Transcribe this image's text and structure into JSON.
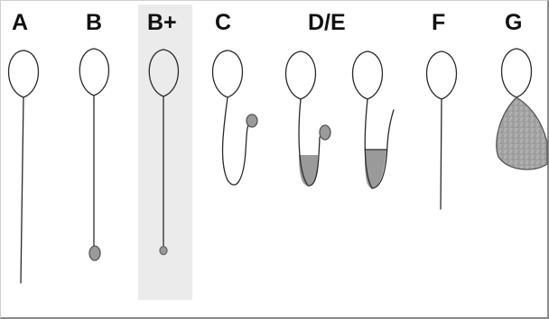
{
  "labels": {
    "a": "A",
    "b": "B",
    "b_plus": "B+",
    "c": "C",
    "de": "D/E",
    "f": "F",
    "g": "G"
  },
  "colors": {
    "stroke": "#2a2a2a",
    "fill": "#9a9a9a",
    "highlight": "#ebebeb"
  }
}
